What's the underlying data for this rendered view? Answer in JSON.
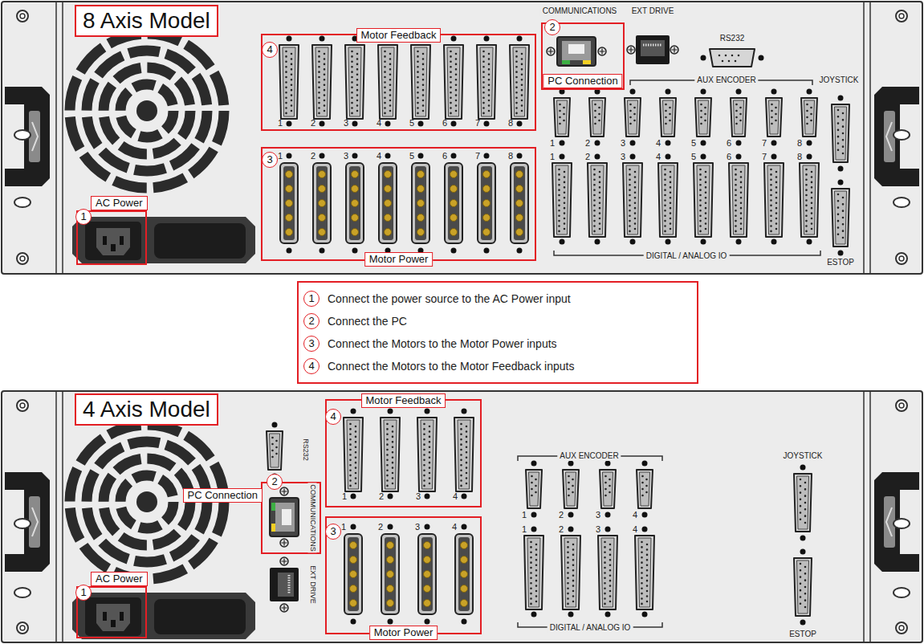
{
  "diagram": {
    "nodes": [
      {
        "text": [
          "8 Axis Model"
        ]
      },
      {
        "text": [
          "Motor Feedback"
        ],
        "in": 0
      },
      {
        "text": [
          "PC Connection"
        ],
        "in": 0
      },
      {
        "text": [
          "Motor Power"
        ],
        "in": 0
      },
      {
        "text": [
          "AC Power"
        ],
        "in": 0
      },
      {
        "text": [
          "Connect the power source to the AC Power input",
          "Connect the PC",
          "Connect the Motors to the Motor Power inputs",
          "Connect the Motors to the Motor Feedback inputs"
        ]
      },
      {
        "text": [
          "4 Axis Model"
        ]
      },
      {
        "text": [
          "Motor Feedback"
        ],
        "in": 6
      },
      {
        "text": [
          "PC Connection"
        ],
        "in": 6
      },
      {
        "text": [
          "Motor Power"
        ],
        "in": 6
      },
      {
        "text": [
          "AC Power"
        ],
        "in": 6
      }
    ],
    "labels": [
      "1",
      "2",
      "3",
      "4",
      "COMMUNICATIONS",
      "EXT DRIVE",
      "RS232",
      "AUX ENCODER",
      "JOYSTICK",
      "ESTOP",
      "DIGITAL / ANALOG IO",
      "1",
      "2",
      "3",
      "4",
      "5",
      "6",
      "7",
      "8",
      "1",
      "2",
      "3",
      "4",
      "5",
      "6",
      "7",
      "8",
      "1",
      "2",
      "3",
      "4",
      "5",
      "6",
      "7",
      "8",
      "1",
      "2",
      "3",
      "4",
      "5",
      "6",
      "7",
      "8",
      "1",
      "2",
      "3",
      "4",
      "1",
      "2",
      "3",
      "4",
      "RS232",
      "COMMUNICATIONS",
      "EXT DRIVE",
      "AUX ENCODER",
      "JOYSTICK",
      "ESTOP",
      "DIGITAL / ANALOG IO",
      "1",
      "2",
      "3",
      "4",
      "1",
      "2",
      "3",
      "4",
      "1",
      "2",
      "3",
      "4",
      "1",
      "2",
      "3",
      "4"
    ]
  }
}
